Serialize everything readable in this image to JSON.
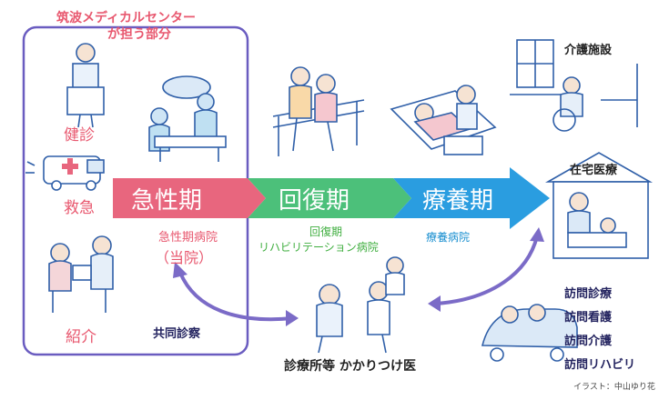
{
  "frame": {
    "title_line1": "筑波メディカルセンター",
    "title_line2": "が担う部分"
  },
  "left_items": [
    "健診",
    "救急",
    "紹介"
  ],
  "phases": [
    {
      "label": "急性期",
      "color": "#e8667e"
    },
    {
      "label": "回復期",
      "color": "#4cc07a"
    },
    {
      "label": "療養期",
      "color": "#2a9de0"
    }
  ],
  "phase_captions": {
    "acute": "急性期病院",
    "acute_note": "（当院）",
    "recovery_line1": "回復期",
    "recovery_line2": "リハビリテーション病院",
    "longterm": "療養病院"
  },
  "joint_care": "共同診察",
  "clinic": "診療所等 かかりつけ医",
  "care_facility": "介護施設",
  "home_care": "在宅医療",
  "home_services": [
    "訪問診療",
    "訪問看護",
    "訪問介護",
    "訪問リハビリ"
  ],
  "credit": "イラスト：中山ゆり花"
}
